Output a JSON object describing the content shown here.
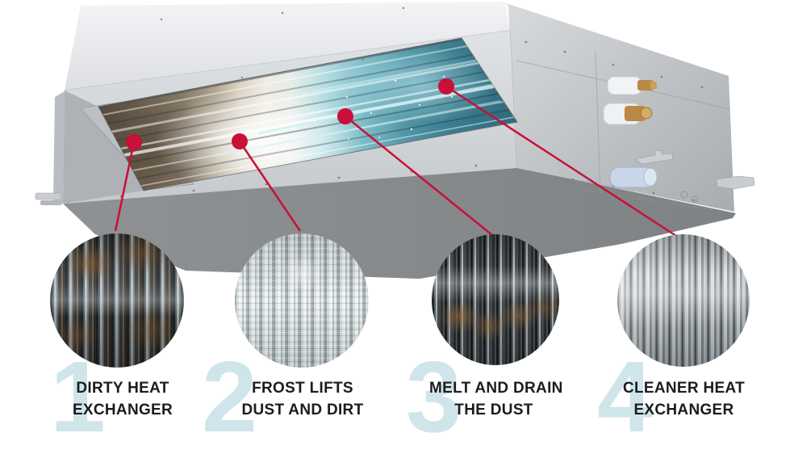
{
  "colors": {
    "callout_red": "#C81038",
    "step_number_blue": "#CFE5EA",
    "label_text": "#1C1C1E",
    "background": "#FFFFFF"
  },
  "illustration": {
    "subject": "ceiling-ducted-air-conditioner-unit",
    "callout_count": "4"
  },
  "steps": [
    {
      "number": "1",
      "line1": "DIRTY HEAT",
      "line2": "EXCHANGER"
    },
    {
      "number": "2",
      "line1": "FROST LIFTS",
      "line2": "DUST AND DIRT"
    },
    {
      "number": "3",
      "line1": "MELT AND DRAIN",
      "line2": "THE DUST"
    },
    {
      "number": "4",
      "line1": "CLEANER HEAT",
      "line2": "EXCHANGER"
    }
  ]
}
